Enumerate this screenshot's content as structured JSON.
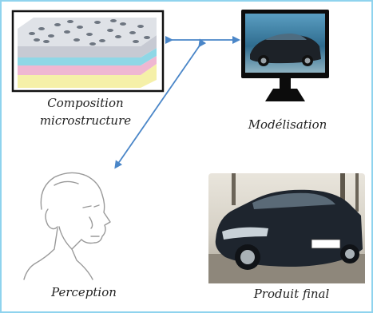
{
  "labels": {
    "composition_line1": "Composition",
    "composition_line2": "microstructure",
    "modelisation": "Modélisation",
    "perception": "Perception",
    "produit_final": "Produit final"
  },
  "colors": {
    "frame_border": "#8fd3ee",
    "arrow": "#4a86c8",
    "layer_yellow": "#f5f0a8",
    "layer_pink": "#efb7d2",
    "layer_cyan": "#8fd7e6",
    "layer_grey": "#c7cad3"
  },
  "icons": {
    "microstructure": "layered-microstructure-icon",
    "monitor": "monitor-car-icon",
    "head": "head-sketch-icon",
    "car": "car-photo-icon"
  }
}
